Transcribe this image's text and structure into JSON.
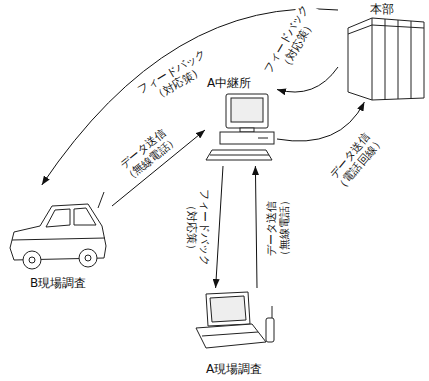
{
  "diagram": {
    "nodes": [
      {
        "text": [
          "本部"
        ]
      },
      {
        "text": [
          "A中継所"
        ]
      },
      {
        "text": [
          "B現場調査"
        ]
      },
      {
        "text": [
          "A現場調査"
        ]
      }
    ],
    "edges": [
      {
        "from": 0,
        "to": 2,
        "arrow": "to",
        "label": "フィードバック（対応策）"
      },
      {
        "from": 0,
        "to": 1,
        "arrow": "to",
        "label": "フィードバック（対応策）"
      },
      {
        "from": 1,
        "to": 0,
        "arrow": "to",
        "label": "データ送信（電話回線）"
      },
      {
        "from": 2,
        "to": 1,
        "arrow": "to",
        "label": "データ送信（無線電話）"
      },
      {
        "from": 1,
        "to": 3,
        "arrow": "to",
        "label": "フィードバック（対応策）"
      },
      {
        "from": 3,
        "to": 1,
        "arrow": "to",
        "label": "データ送信（無線電話）"
      }
    ]
  }
}
